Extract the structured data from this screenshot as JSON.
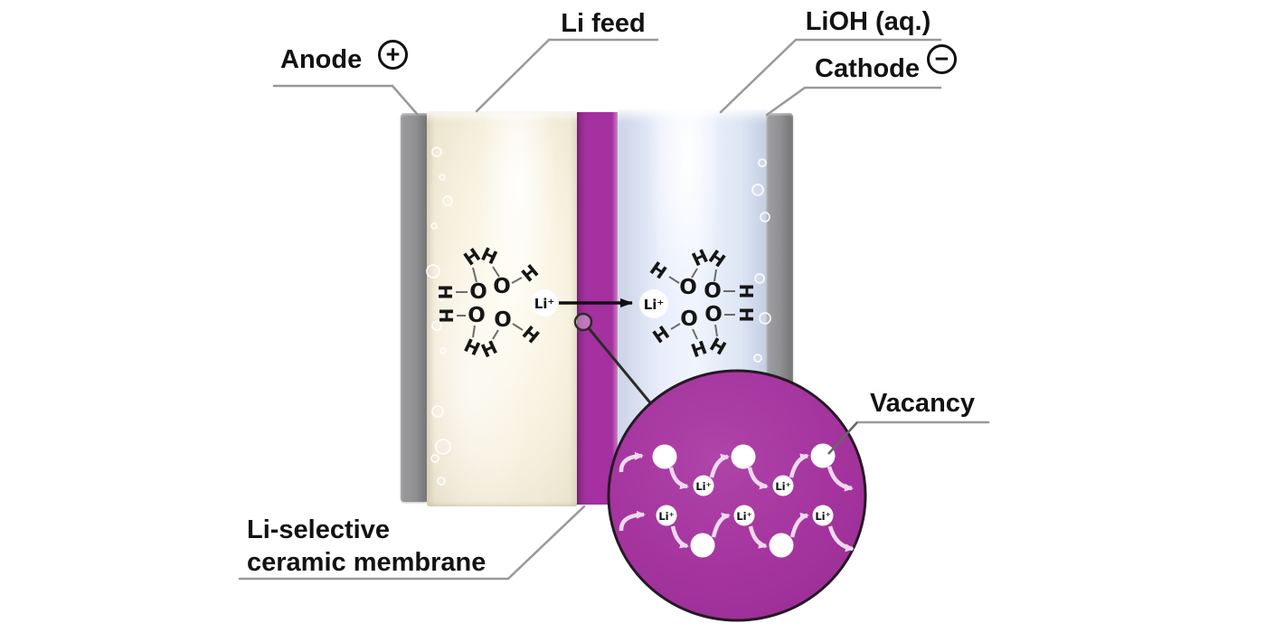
{
  "labels": {
    "anode": "Anode",
    "anode_sign": "+",
    "li_feed": "Li feed",
    "lioh": "LiOH (aq.)",
    "cathode": "Cathode",
    "cathode_sign": "−",
    "vacancy": "Vacancy",
    "membrane_line1": "Li-selective",
    "membrane_line2": "ceramic membrane"
  },
  "species": {
    "li_ion": "Li⁺",
    "hydrogen": "H",
    "oxygen": "O"
  },
  "colors": {
    "membrane_purple": "#A5309F",
    "electrode_gray": "#8F8F91",
    "feed_cream": "#F4EEDC",
    "lioh_blue": "#E8EEFA",
    "hop_arrow_pink": "#EFD9EF",
    "label_black": "#121212",
    "leader_gray": "#999999"
  }
}
